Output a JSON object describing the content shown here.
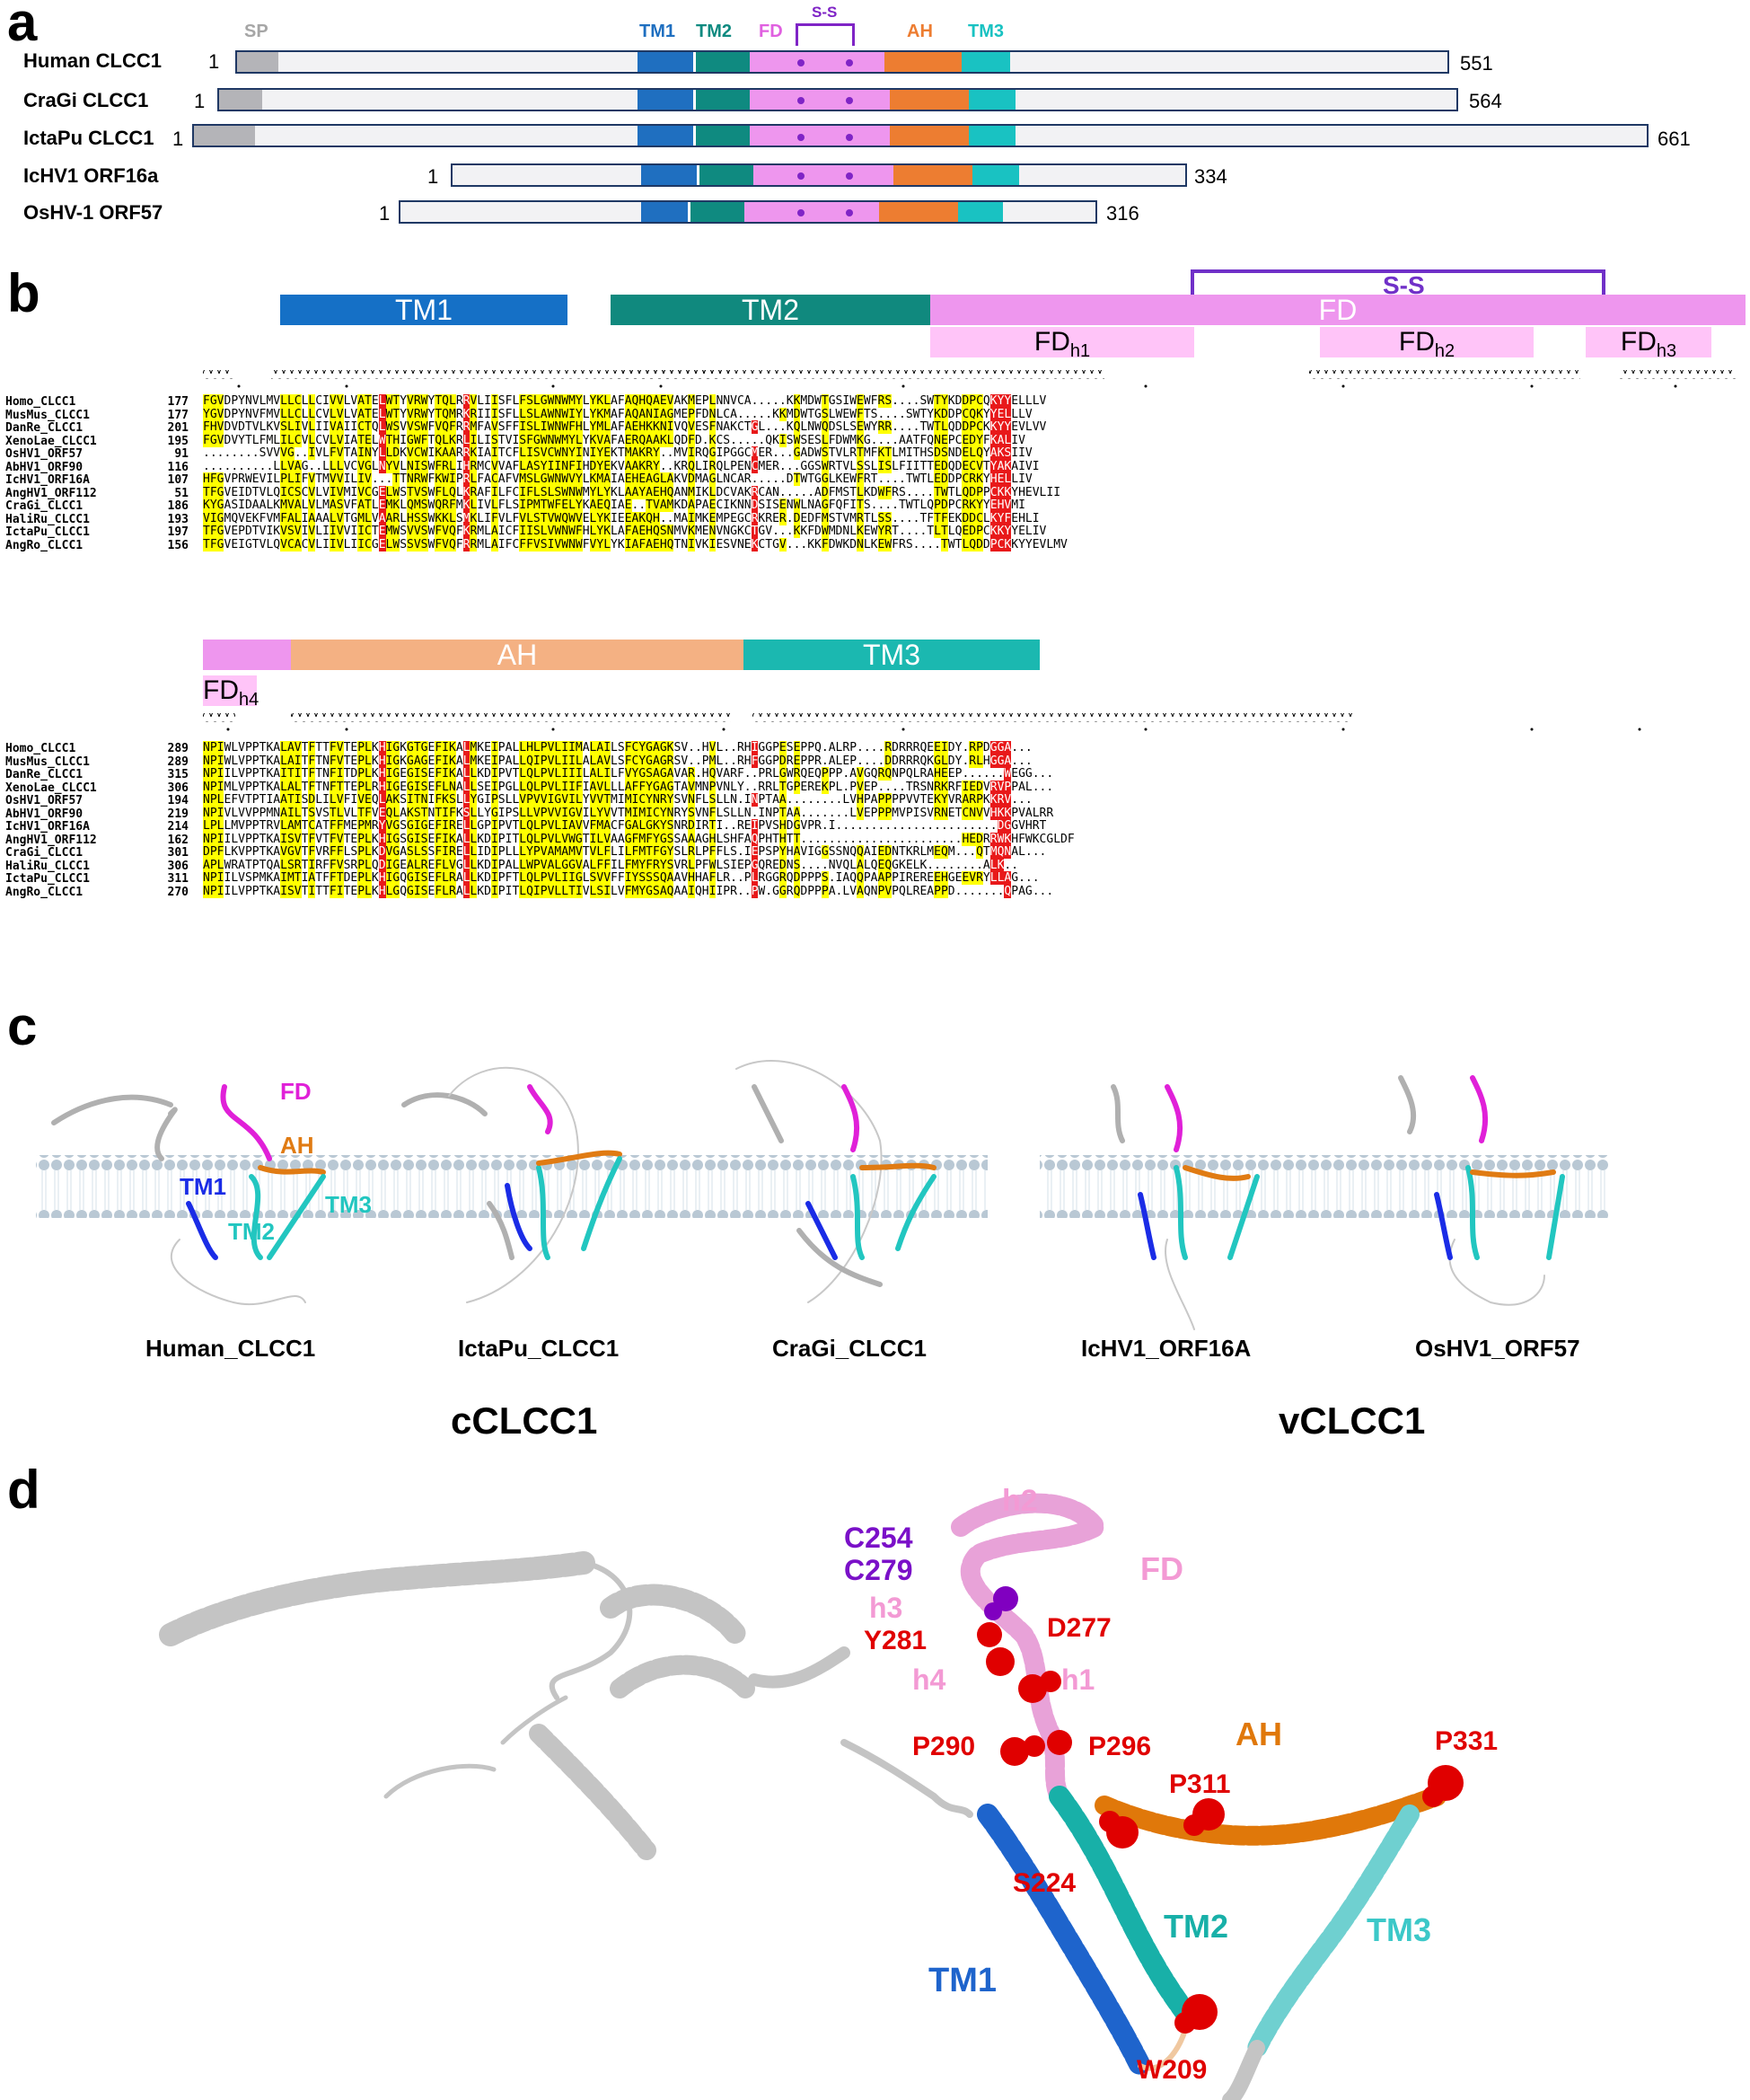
{
  "panels": {
    "a": "a",
    "b": "b",
    "c": "c",
    "d": "d"
  },
  "panel_a": {
    "headers": {
      "sp": "SP",
      "tm1": "TM1",
      "tm2": "TM2",
      "fd": "FD",
      "ss": "S-S",
      "ah": "AH",
      "tm3": "TM3"
    },
    "proteins": [
      {
        "name": "Human CLCC1",
        "start": "1",
        "end": "551"
      },
      {
        "name": "CraGi CLCC1",
        "start": "1",
        "end": "564"
      },
      {
        "name": "IctaPu CLCC1",
        "start": "1",
        "end": "661"
      },
      {
        "name": "IcHV1 ORF16a",
        "start": "1",
        "end": "334"
      },
      {
        "name": "OsHV-1 ORF57",
        "start": "1",
        "end": "316"
      }
    ],
    "colors": {
      "sp": "#b4b4b8",
      "tm1": "#1f6fc0",
      "tm2": "#0f8a80",
      "fd": "#ee96ee",
      "ah": "#ed7d31",
      "tm3": "#19c2c2",
      "ss": "#7f24c6"
    }
  },
  "panel_b": {
    "top_tracks": {
      "tm1": "TM1",
      "tm2": "TM2",
      "fd": "FD",
      "ss": "S-S",
      "fdh1": "FD",
      "fdh1_sub": "h1",
      "fdh2": "FD",
      "fdh2_sub": "h2",
      "fdh3": "FD",
      "fdh3_sub": "h3"
    },
    "bottom_tracks": {
      "ah": "AH",
      "tm3": "TM3",
      "fdh4": "FD",
      "fdh4_sub": "h4"
    },
    "block1": {
      "names": [
        "Homo_CLCC1",
        "MusMus_CLCC1",
        "DanRe_CLCC1",
        "XenoLae_CLCC1",
        "OsHV1_ORF57",
        "AbHV1_ORF90",
        "IcHV1_ORF16A",
        "AngHV1_ORF112",
        "CraGi_CLCC1",
        "HaliRu_CLCC1",
        "IctaPu_CLCC1",
        "AngRo_CLCC1"
      ],
      "positions": [
        "177",
        "177",
        "201",
        "195",
        "91",
        "116",
        "107",
        "51",
        "186",
        "193",
        "197",
        "156"
      ],
      "seqs": [
        "FGVDPYNVLMVLLCLLCIVVLVATELWTYVRWYTQLRRVLIISFLFSLGWNWMYLYKLAFAQHQAEVAKMEPLNNVCA.....KKMDWTGSIWEWFRS....SWTYKDDPCQKYYELLLV",
        "YGVDPYNVFMVLLCLLCVLVLVATELWTYVRWYTQMRKRIIISFLLSLAWNWIYLYKMAFAQANIAGMEPFDNLCA.....KKMDWTGSLWEWFTS....SWTYKDDPCQKYYELLLV",
        "FHVDVDTVLKVSLIVLIIVAIICTQLWSVVSWFVQFRRMFAVSFFISLIWNWFHLYMLAFAEHKKNIVQVESFNAKCTGL...KQLNWQDSLSEWYRR....TWTLQDDPCKKYYEVLVV",
        "FGVDVYTLFMLILCVLCVLVIATELWTHIGWFTQLKRLILISTVISFGWNWMYLYKVAFAERQAAKLQDFD.KCS.....QKISWSESLFDWMKG....AATFQNEPCEDYFKALIV",
        "........SVVVG..IVLFVTAINYLLDKVCWIKAARRKIAITCFLISVCWNYINIYEKTMAKRY..MVIRQGIPGGCMER...GADWSTVLRTMFKTLMITHSDSNDELQYAKSIIV",
        "..........LLVAG..LLLVCVGLNYVLNISWFRLIHRMCVVAFLASYIINFIHDYEKVAAKRY..KRQLIRQLPENCMER...GGSWRTVLSSLISLFIITTEDQDECVTYAKAIVI",
        "HFGVPRWEVILPLIFVTMVVILIV...TTNRWFKWIPRLFACAFVMSLGWNWVYLKMAIAEHEAGLAKVDMAGLNCAR.....DTWTGGLKEWFRT....TWTLEDDPCRKYHELLIV",
        "TFGVEIDTVLQICSCVLVIVMIVCGELWSTVSWFLQLKRAFILFCIFLSLSWNWMYLYKLAAYAEHQANMIKLDCVAKRCAN.....ADFMSTLKDWFRS....TWTLQDPPCKKYHEVLII",
        "KYGASIDAALKMVALVLMASVFATLEMKLQMSWQRFMKLIVLFLSIPMTWFELYKAEQIAE..TVAMKDAPAECIKNNDSISENWLNAGFQFITS....TWTLQPDPCRKYYEHVMI",
        "VIGMQVEKFVMFALIAAALVTGMLVAARLHSSWKKLSMKLIFVLFVLSTVWQWVELYKIEEAKQH..MAIMKEMPEGCRKRER.DEDFMSTVMRTLSS....TFTFEKDDCLKYFEHLI",
        "TFGVEPDTVIKVSVIVLIIVVIICTEMWSVVSWFVQFKRMLAICFIISLVWNWFHLYKLAFAEHQSNMVKMENVNGKCTGV...KKFDWMDNLKEWYRT....TLTLQEDPCKKYYELIV",
        "TFGVEIGTVLQVCACVLIIVLIICGELWSSVSWFVQFRRMLAIFCFFVSIVWNWFVYLYKIAFAEHQTNIVKIESVNEKCTGV...KKFDWKDNLKEWFRS....TWTLQDDPCKKYYEVLMV"
      ]
    },
    "block2": {
      "names": [
        "Homo_CLCC1",
        "MusMus_CLCC1",
        "DanRe_CLCC1",
        "XenoLae_CLCC1",
        "OsHV1_ORF57",
        "AbHV1_ORF90",
        "IcHV1_ORF16A",
        "AngHV1_ORF112",
        "CraGi_CLCC1",
        "HaliRu_CLCC1",
        "IctaPu_CLCC1",
        "AngRo_CLCC1"
      ],
      "positions": [
        "289",
        "289",
        "315",
        "306",
        "194",
        "219",
        "214",
        "162",
        "301",
        "306",
        "311",
        "270"
      ],
      "seqs": [
        "NPIWLVPPTKALAVTFTTFVTEPLKHIGKGTGEFIKALMKEIPALLHLPVLIIMALAILSFCYGAGKSV..HVL..RHIGGPESEPPQ.ALRP....RDRRRQEEIDY.RPDGGA...",
        "NPIWLVPPTKALAITFTNFVTEPLKHIGKGAGEFIKALMKEIPALLQIPVLIILALAVLSFCYGAGRSV..PML..RHFGGPDREPPR.ALEP....DDRRRQKGLDY.RLHGGA...",
        "NPIILVPPTKAITITFTNFITDPLKHIGEGISEFIKALLKDIPVTLQLPVLIIILALILFVYGSAGAVAR.HQVARF..PRLGWRQEQPPP.AVGQRQNPQLRAHEEP......WEGG...",
        "NPIMLVPPTKALALTFTNFTTEPLRHIGEGISEFLNALLSEIPGLLQLPVLIIFIAVLLLAFFYGAGTAVMNPVNLY..RRLTGPEREKPL.PVEP....TRSNRKRFIEDVRVPPAL...",
        "NPLEFVTPTIAATISDLILVFIVEQLAKSITNIFKSLLYGIPSLLVPVVIGVILYVVTMIMICYNRYSVNFLSLLN.INPTAA........LVHPAPPPPVVTEKYVRARPKKRV...",
        "NPIVLVVPPMNAILTSVSTLVLTFVEQLAKSTNTIFKSLLYGIPSLLVPVVIGVILYVVTMIMICYNRYSVNFLSLLN.INPTAA.......LVEPPPMVPISVRNETCNVVHKKPVALRR",
        "LPLLMVPPTRVLAMTCATFFMEPMRYVGSGIGEFIRELLGPIPVTLQLPVLIAVVFMACFGALGKYSNRDIRTI..REIPVSHDGVPR.I.......................DGGVHRT",
        "NPIILVPPTKAISVTFVTFVTEPLKHIGSGISEFIKALLKDIPITLQLPVLVWGTILVAAGFMFYGSSAAAGHLSHFAQPHTHTT.......................HEDRRWKHFWKCGLDF",
        "DPFLKVPPTKAVGVTFVRFFLSPLKDVGASLSSFIRELLIDIPLLLYPVAMAMVTVLFLILFMTFGYSLRLPFFLS.IEPSPYHAVIGGSSNQQAIEDNTKRLMEQM...QTMQNAL...",
        "APLWRATPTQALSRTIRFFVSRPLQDIGEALREFLVGLLKDIPALLWPVALGGVALFFILFMYFRYSVRLPFWLSIEPGQREDNS....NVQLALQEQGKELK........ALK..",
        "NPIILVSPMKAIMTIATFFTDEPLKHIGQGISEFLRALLKDIPFTLQLPVLIIGLSVVFFIYSSSQAAVHHAFLR..PLRGGRQDPPPS.IAQQPAAPPIREREEHGEEVRYLLAG...",
        "NPIILVPPTKAISVTITTFITEPLKHLGQGISEFLRALLKDIPITLQIPVLLTIVLSILVFMYGSAQAAIQHIIPR..PW.GGRQDPPPA.LVAQNPVPQLREAPPD.......QPAG..."
      ]
    },
    "colors": {
      "yellow": "#ffff00",
      "red": "#e8191a",
      "tm1": "#1570c6",
      "tm2": "#10897e",
      "fd": "#ee96ee",
      "fdsub": "#ffc4f8",
      "ah": "#f4b183",
      "tm3": "#1bb8b0",
      "ss": "#7030c8"
    }
  },
  "panel_c": {
    "names": [
      "Human_CLCC1",
      "IctaPu_CLCC1",
      "CraGi_CLCC1",
      "IcHV1_ORF16A",
      "OsHV1_ORF57"
    ],
    "groups": {
      "cellular": "cCLCC1",
      "viral": "vCLCC1"
    },
    "labels": {
      "fd": "FD",
      "ah": "AH",
      "tm1": "TM1",
      "tm2": "TM2",
      "tm3": "TM3"
    }
  },
  "panel_d": {
    "labels": {
      "h2": "h2",
      "c254": "C254",
      "c279": "C279",
      "fd": "FD",
      "h3": "h3",
      "y281": "Y281",
      "d277": "D277",
      "h4": "h4",
      "h1": "h1",
      "p290": "P290",
      "p296": "P296",
      "ah": "AH",
      "p331": "P331",
      "p311": "P311",
      "s224": "S224",
      "tm2": "TM2",
      "tm3": "TM3",
      "tm1": "TM1",
      "w209": "W209"
    }
  }
}
